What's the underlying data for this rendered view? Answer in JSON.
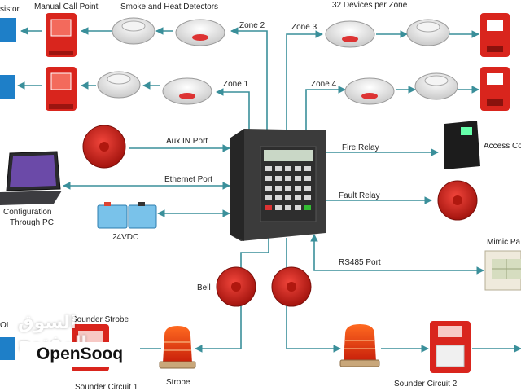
{
  "labels": {
    "resistor": "sistor",
    "manual_call_point": "Manual Call Point",
    "smoke_heat": "Smoke and Heat Detectors",
    "devices_per_zone": "32 Devices per Zone",
    "zone2": "Zone 2",
    "zone1": "Zone 1",
    "zone3": "Zone 3",
    "zone4": "Zone 4",
    "aux_in": "Aux IN Port",
    "ethernet": "Ethernet Port",
    "config1": "Configuration",
    "config2": "Through PC",
    "dc": "24VDC",
    "fire_relay": "Fire Relay",
    "access_control": "Access Co",
    "fault_relay": "Fault Relay",
    "rs485": "RS485 Port",
    "mimic_panel": "Mimic Pa",
    "bell": "Bell",
    "sounder_strobe": "Sounder Strobe",
    "eol": "OL",
    "sounder1": "Sounder Circuit 1",
    "strobe": "Strobe",
    "sounder2": "Sounder Circuit 2"
  },
  "watermark": {
    "arabic": "السوق المفتوح",
    "brand": "OpenSooq"
  },
  "colors": {
    "wire": "#3a8f9a",
    "device_red": "#d9251d",
    "panel": "#3b3b3b",
    "resistor_blue": "#1e7fc8"
  }
}
